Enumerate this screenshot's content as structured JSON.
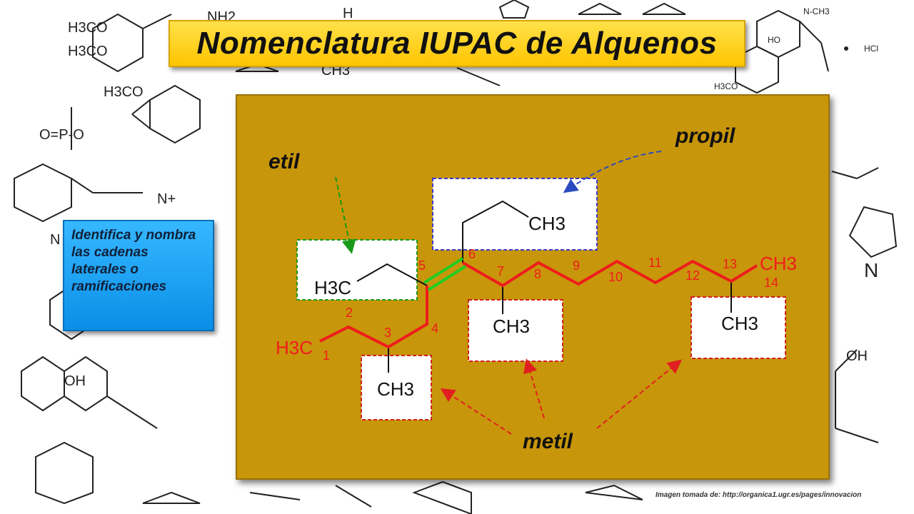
{
  "title": "Nomenclatura IUPAC de Alquenos",
  "instruction": "Identifica y nombra las cadenas laterales o ramificaciones",
  "credit": "Imagen tomada de: http://organica1.ugr.es/pages/innovacion",
  "labels": {
    "etil": "etil",
    "propil": "propil",
    "metil": "metil"
  },
  "groups": {
    "ethyl": "H3C",
    "propyl": "CH3",
    "methyl_c3": "CH3",
    "methyl_c7": "CH3",
    "methyl_c13": "CH3",
    "chain_start": "H3C",
    "chain_end": "CH3"
  },
  "chain_numbers": [
    "1",
    "2",
    "3",
    "4",
    "5",
    "6",
    "7",
    "8",
    "9",
    "10",
    "11",
    "12",
    "13",
    "14"
  ],
  "background_labels": {
    "hcl": "HCl",
    "oh_right": "OH",
    "oh_left": "OH",
    "nh2": "NH2",
    "h_top": "H",
    "ch3_top": "CH3",
    "h3co_1": "H3CO",
    "h3co_2": "H3CO",
    "h3co_3": "H3CO",
    "phosphate": "O=P-O",
    "nh_plus": "N+",
    "n_left": "N",
    "n_right": "N",
    "h3co_right": "H3CO",
    "ho_right": "HO",
    "n_ch3": "N-CH3"
  },
  "colors": {
    "title_bg": "#ffd21a",
    "panel_bg": "#c8960a",
    "side_bg": "#1aa3f5",
    "main_chain": "#ee1c1c",
    "double_bond": "#22cc22",
    "ethyl_border": "#1a9a1a",
    "propyl_border": "#3a3acc",
    "methyl_border": "#d02020"
  }
}
